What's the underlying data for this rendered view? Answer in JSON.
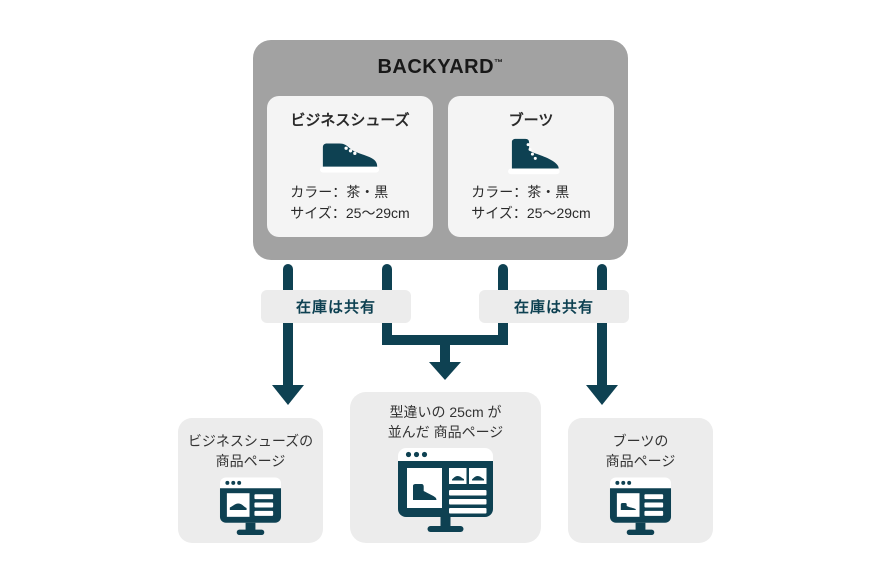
{
  "diagram": {
    "platform": {
      "title": "BACKYARD",
      "trademark": "™",
      "products": [
        {
          "name": "ビジネスシューズ",
          "icon": "business-shoe-icon",
          "color_spec": "カラー：茶・黒",
          "size_spec": "サイズ：25〜29cm"
        },
        {
          "name": "ブーツ",
          "icon": "boot-icon",
          "color_spec": "カラー：茶・黒",
          "size_spec": "サイズ：25〜29cm"
        }
      ]
    },
    "shared_stock_labels": [
      {
        "text": "在庫は共有"
      },
      {
        "text": "在庫は共有"
      }
    ],
    "product_pages": [
      {
        "title_line1": "ビジネスシューズの",
        "title_line2": "商品ページ",
        "icon": "monitor-product-page-icon"
      },
      {
        "title_line1": "型違いの 25cm が",
        "title_line2": "並んだ 商品ページ",
        "icon": "monitor-combined-page-icon"
      },
      {
        "title_line1": "ブーツの",
        "title_line2": "商品ページ",
        "icon": "monitor-product-page-icon"
      }
    ],
    "colors": {
      "teal": "#0e4152",
      "container_gray": "#a2a2a2",
      "card_background": "#f4f4f4",
      "panel_background": "#ececec"
    }
  }
}
